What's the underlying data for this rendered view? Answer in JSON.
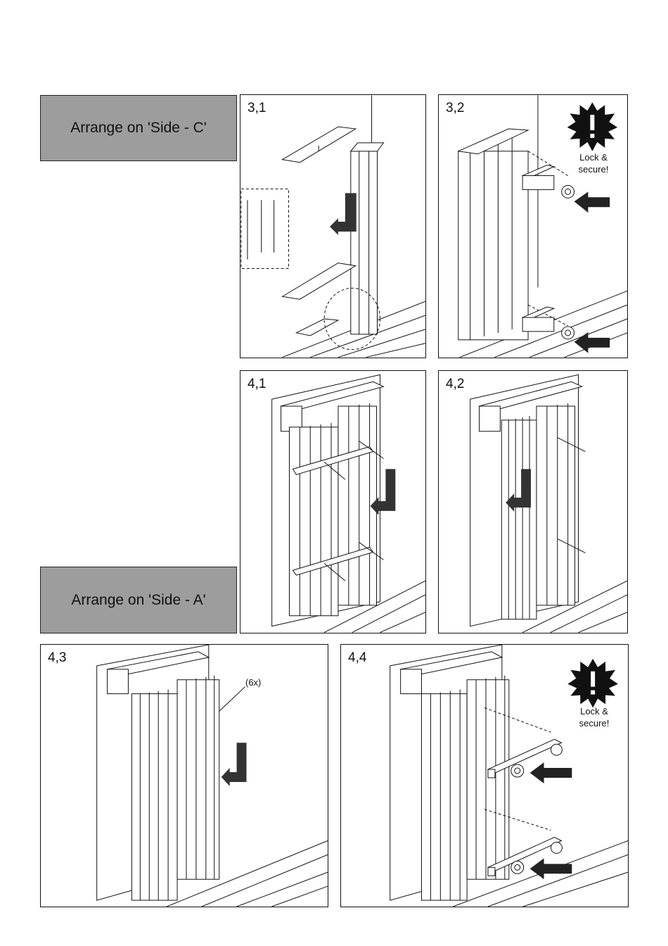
{
  "labels": {
    "side_c": "Arrange on 'Side - C'",
    "side_a": "Arrange on 'Side - A'"
  },
  "steps": {
    "s31": "3,1",
    "s32": "3,2",
    "s41": "4,1",
    "s42": "4,2",
    "s43": "4,3",
    "s44": "4,4"
  },
  "warning": {
    "line1": "Lock &",
    "line2": "secure!"
  },
  "count": "(6x)"
}
